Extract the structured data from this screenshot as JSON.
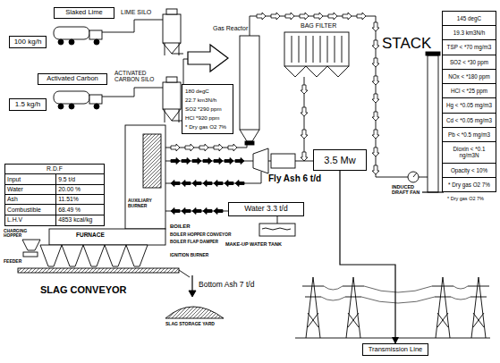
{
  "diagram": {
    "nodes": [
      {
        "text": [
          "Slaked Lime"
        ]
      },
      {
        "text": [
          "100 kg/h"
        ]
      },
      {
        "text": [
          "Activated Carbon"
        ]
      },
      {
        "text": [
          "1.5 kg/h"
        ]
      },
      {
        "text": [
          "180 degC",
          "22.7 km3N/h",
          "SO2 *290 ppm",
          "HCl *920 ppm",
          "* Dry gas O2 7%"
        ]
      },
      {
        "text": [
          "145 degC",
          "19.3 km3N/h",
          "TSP < *70 mg/m3",
          "SO2 < *30 ppm",
          "NOx < *180 ppm",
          "HCl < *25 ppm",
          "Hg < *0.05 mg/m3",
          "Cd < *0.05 mg/m3",
          "Pb < *0.5 mg/m3",
          "Dioxin < *0.1 ng/m3N",
          "Opacity < 10%",
          "* Dry gas O2 7%"
        ]
      },
      {
        "text": [
          "R.D.F",
          "Input",
          "9.5 t/d",
          "Water",
          "20.00 %",
          "Ash",
          "11.51%",
          "Combustible",
          "68.49 %",
          "L.H.V",
          "4853 kcal/kg"
        ]
      },
      {
        "text": [
          "3.5 Mw"
        ]
      },
      {
        "text": [
          "Water 3.3 t/d"
        ]
      },
      {
        "text": [
          "Transmission Line"
        ]
      }
    ],
    "edges": [
      {
        "from": 7,
        "to": 9,
        "arrow": "to"
      }
    ],
    "labels": [
      "LIME SILO",
      "ACTIVATED CARBON SILO",
      "Gas Reactor",
      "BAG FILTER",
      "Fly Ash 6 t/d",
      "STACK",
      "* Dry gas O2 7%",
      "INDUCED DRAFT FAN",
      "AUXILIARY BURNER",
      "CHARGING HOPPER",
      "FEEDER",
      "FURNACE",
      "BOILER",
      "BOILER HOPPER CONVEYOR",
      "BOILER FLAP DAMPER",
      "IGNITION BURNER",
      "MAKE-UP WATER TANK",
      "SLAG CONVEYOR",
      "Bottom Ash 7 t/d",
      "SLAG STORAGE YARD"
    ]
  }
}
